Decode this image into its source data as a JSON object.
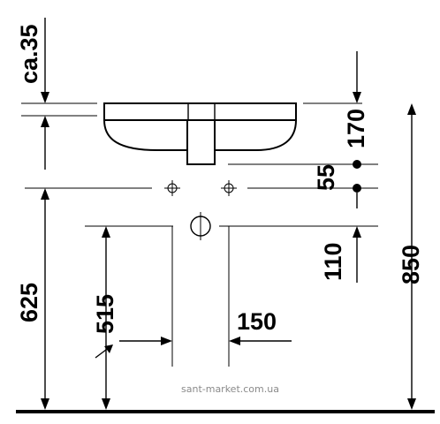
{
  "dimensions": {
    "top_gap": "ca.35",
    "basin_depth": "170",
    "outlet_spacing": "55",
    "drain_offset": "110",
    "overall_height": "850",
    "rim_height": "625",
    "drain_height": "515",
    "drain_width": "150"
  },
  "watermark": "sant-market.com.ua",
  "colors": {
    "line": "#000000",
    "background": "#ffffff",
    "watermark": "#8a8a8a"
  }
}
